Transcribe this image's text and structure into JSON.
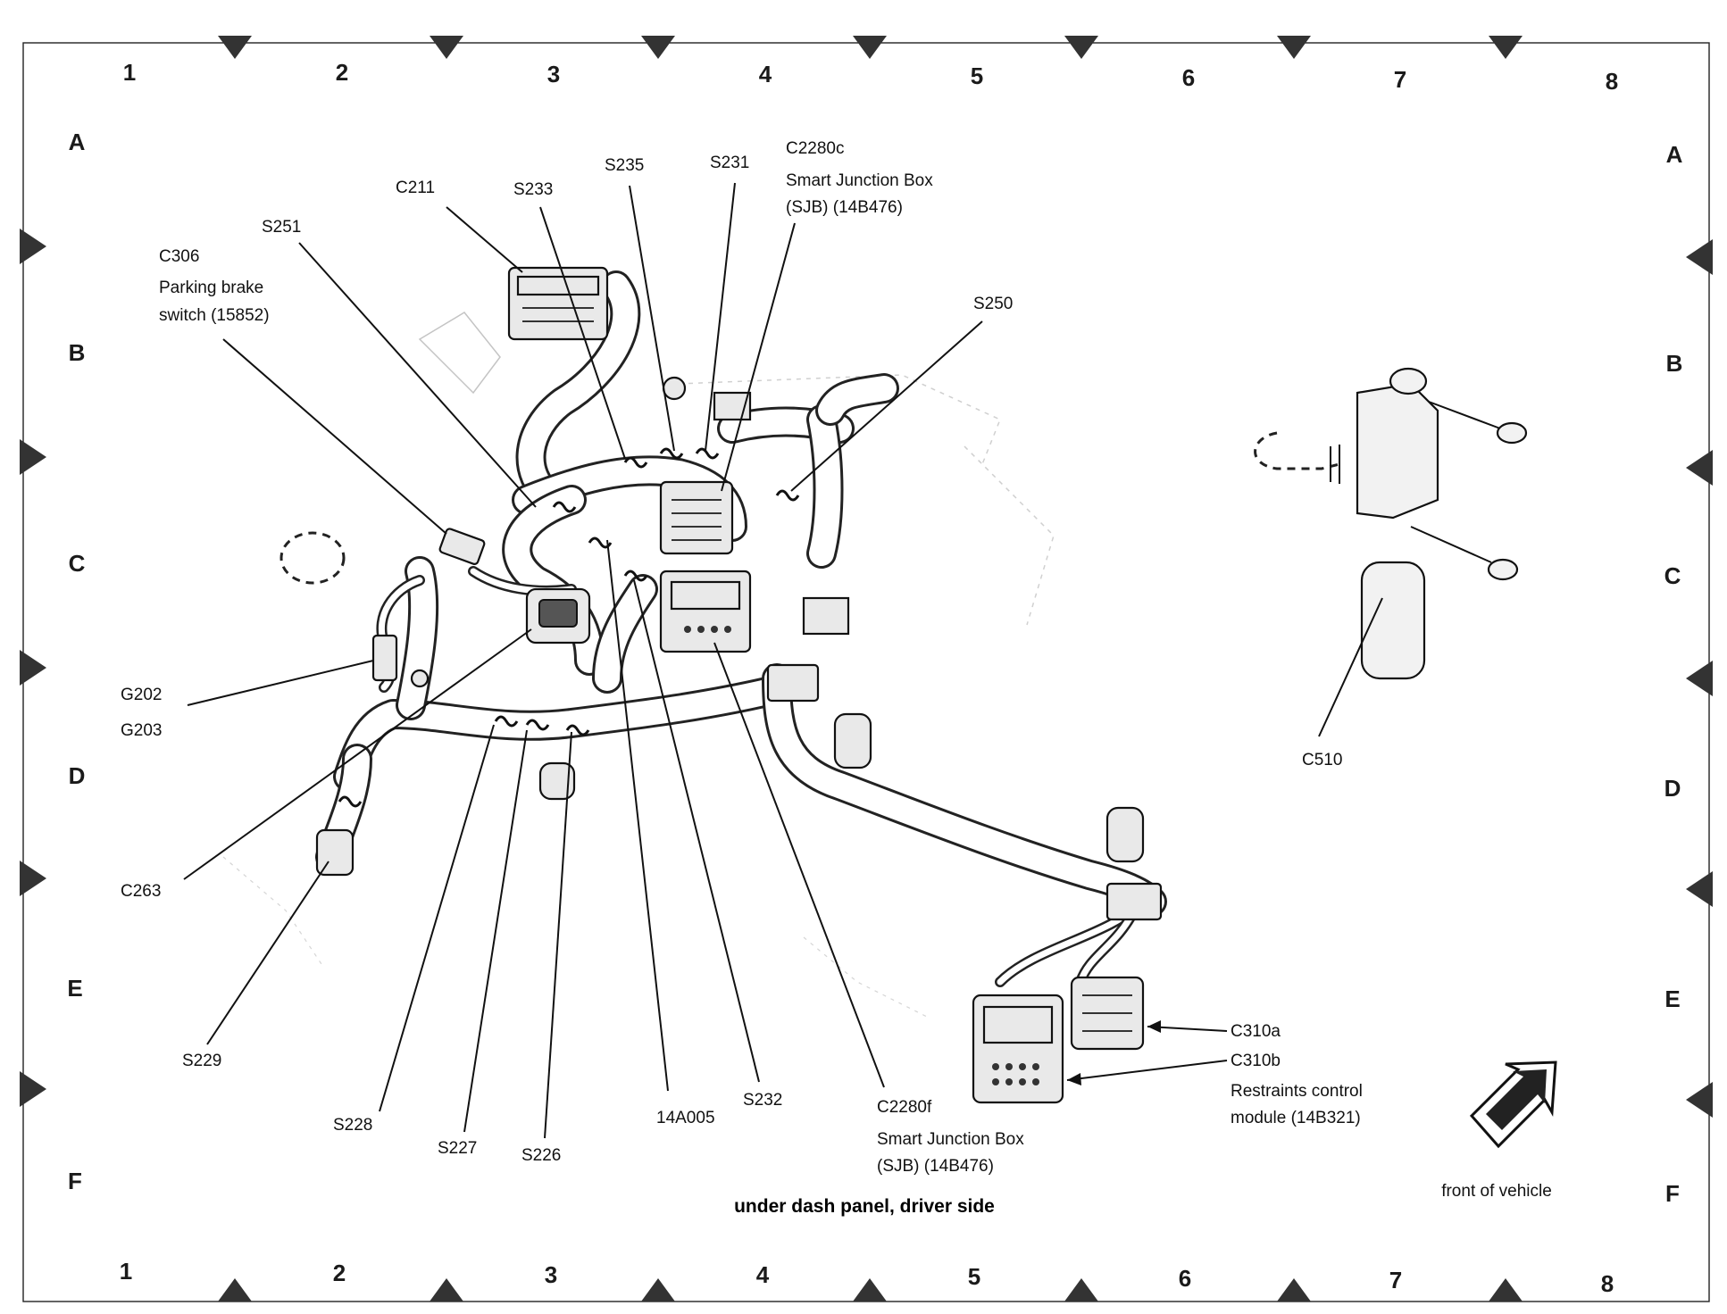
{
  "grid": {
    "columns": [
      "1",
      "2",
      "3",
      "4",
      "5",
      "6",
      "7",
      "8"
    ],
    "rows": [
      "A",
      "B",
      "C",
      "D",
      "E",
      "F"
    ]
  },
  "labels": {
    "c306": "C306",
    "c306_desc1": "Parking brake",
    "c306_desc2": "switch (15852)",
    "s251": "S251",
    "c211": "C211",
    "s233": "S233",
    "s235": "S235",
    "s231": "S231",
    "c2280c": "C2280c",
    "c2280c_desc1": "Smart Junction Box",
    "c2280c_desc2": "(SJB) (14B476)",
    "s250": "S250",
    "g202": "G202",
    "g203": "G203",
    "c263": "C263",
    "s229": "S229",
    "s228": "S228",
    "s227": "S227",
    "s226": "S226",
    "p14a005": "14A005",
    "s232": "S232",
    "c2280f": "C2280f",
    "c2280f_desc1": "Smart Junction Box",
    "c2280f_desc2": "(SJB) (14B476)",
    "c510": "C510",
    "c310a": "C310a",
    "c310b": "C310b",
    "c310b_desc1": "Restraints control",
    "c310b_desc2": "module (14B321)"
  },
  "caption": "under dash panel, driver side",
  "front_of_vehicle": "front of vehicle",
  "icons": {
    "direction": "front-arrow-icon"
  }
}
